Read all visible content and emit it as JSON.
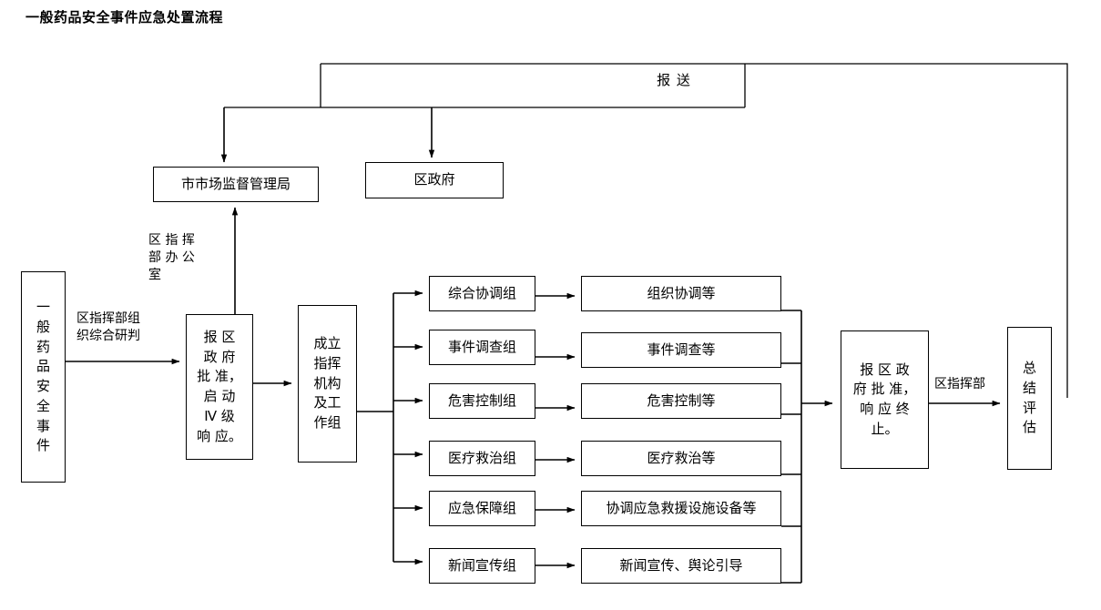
{
  "title": "一般药品安全事件应急处置流程",
  "nodes": {
    "incident": "一\n般\n药\n品\n安\n全\n事\n件",
    "city_bureau": "市市场监督管理局",
    "district_gov": "区政府",
    "approve_start": "报  区\n政  府\n批 准，\n启  动\nⅣ  级\n响 应。",
    "setup_org": "成立\n指挥\n机构\n及工\n作组",
    "approve_end": "报  区  政\n府 批 准，\n响  应  终\n止。",
    "summary": "总\n结\n评\n估"
  },
  "groups": [
    {
      "name": "综合协调组",
      "task": "组织协调等"
    },
    {
      "name": "事件调查组",
      "task": "事件调查等"
    },
    {
      "name": "危害控制组",
      "task": "危害控制等"
    },
    {
      "name": "医疗救治组",
      "task": "医疗救治等"
    },
    {
      "name": "应急保障组",
      "task": "协调应急救援设施设备等"
    },
    {
      "name": "新闻宣传组",
      "task": "新闻宣传、舆论引导"
    }
  ],
  "edge_labels": {
    "report": "报    送",
    "office": "区 指 挥\n部 办 公\n室",
    "research": "区指挥部组\n织综合研判",
    "command_dept": "区指挥部"
  },
  "colors": {
    "stroke": "#000000",
    "background": "#ffffff",
    "text": "#000000"
  }
}
